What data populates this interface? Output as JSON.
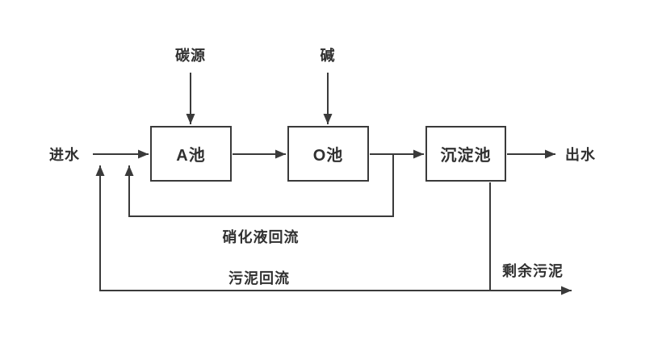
{
  "diagram": {
    "type": "process-flow",
    "nodes": {
      "a_tank": {
        "label": "A池"
      },
      "o_tank": {
        "label": "O池"
      },
      "sedimentation_tank": {
        "label": "沉淀池"
      }
    },
    "labels": {
      "influent": "进水",
      "effluent": "出水",
      "carbon_source": "碳源",
      "alkali": "碱",
      "nitrified_liquid_return": "硝化液回流",
      "sludge_return": "污泥回流",
      "excess_sludge": "剩余污泥"
    },
    "edges": [
      {
        "from": "influent",
        "to": "a_tank"
      },
      {
        "from": "carbon_source",
        "to": "a_tank"
      },
      {
        "from": "a_tank",
        "to": "o_tank"
      },
      {
        "from": "alkali",
        "to": "o_tank"
      },
      {
        "from": "o_tank",
        "to": "sedimentation_tank"
      },
      {
        "from": "sedimentation_tank",
        "to": "effluent"
      },
      {
        "from": "o_tank_outlet",
        "to": "influent_line",
        "label_key": "nitrified_liquid_return"
      },
      {
        "from": "sedimentation_tank_bottom",
        "to": "influent_line",
        "label_key": "sludge_return"
      },
      {
        "from": "sedimentation_tank_bottom",
        "to": "excess_sludge_outlet",
        "label_key": "excess_sludge"
      }
    ],
    "colors": {
      "line": "#3a3a3a",
      "text": "#303030",
      "background": "#ffffff"
    }
  }
}
